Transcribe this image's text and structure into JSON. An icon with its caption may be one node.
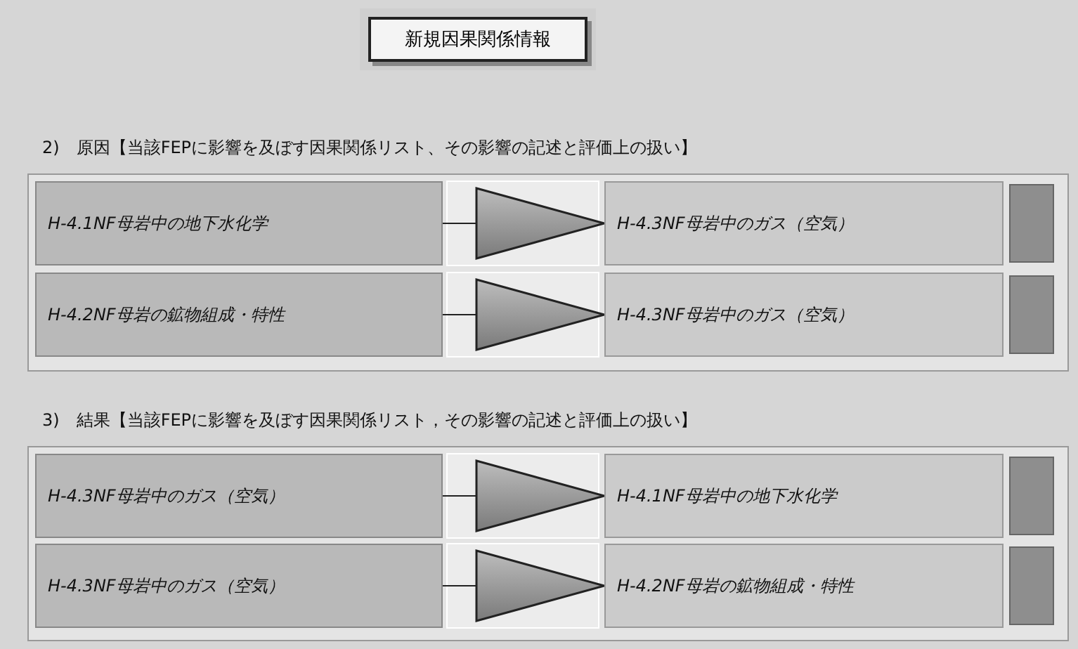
{
  "diagram": {
    "nodes": [
      {
        "text": [
          "新規因果関係情報"
        ]
      },
      {
        "text": [
          "H-4.1NF母岩中の地下水化学"
        ]
      },
      {
        "text": [
          "H-4.3NF母岩中のガス（空気）"
        ]
      },
      {
        "text": [],
        "shape": "box"
      },
      {
        "text": [
          "H-4.2NF母岩の鉱物組成・特性"
        ]
      },
      {
        "text": [
          "H-4.3NF母岩中のガス（空気）"
        ]
      },
      {
        "text": [],
        "shape": "box"
      },
      {
        "text": [
          "H-4.3NF母岩中のガス（空気）"
        ]
      },
      {
        "text": [
          "H-4.1NF母岩中の地下水化学"
        ]
      },
      {
        "text": [],
        "shape": "box"
      },
      {
        "text": [
          "H-4.3NF母岩中のガス（空気）"
        ]
      },
      {
        "text": [
          "H-4.2NF母岩の鉱物組成・特性"
        ]
      },
      {
        "text": [],
        "shape": "box"
      }
    ],
    "edges": [
      {
        "from": 1,
        "to": 2,
        "arrow": "to"
      },
      {
        "from": 4,
        "to": 5,
        "arrow": "to"
      },
      {
        "from": 7,
        "to": 8,
        "arrow": "to"
      },
      {
        "from": 10,
        "to": 11,
        "arrow": "to"
      }
    ],
    "labels": [
      "2)　原因【当該FEPに影響を及ぼす因果関係リスト、その影響の記述と評価上の扱い】",
      "3)　結果【当該FEPに影響を及ぼす因果関係リスト，その影響の記述と評価上の扱い】"
    ]
  }
}
